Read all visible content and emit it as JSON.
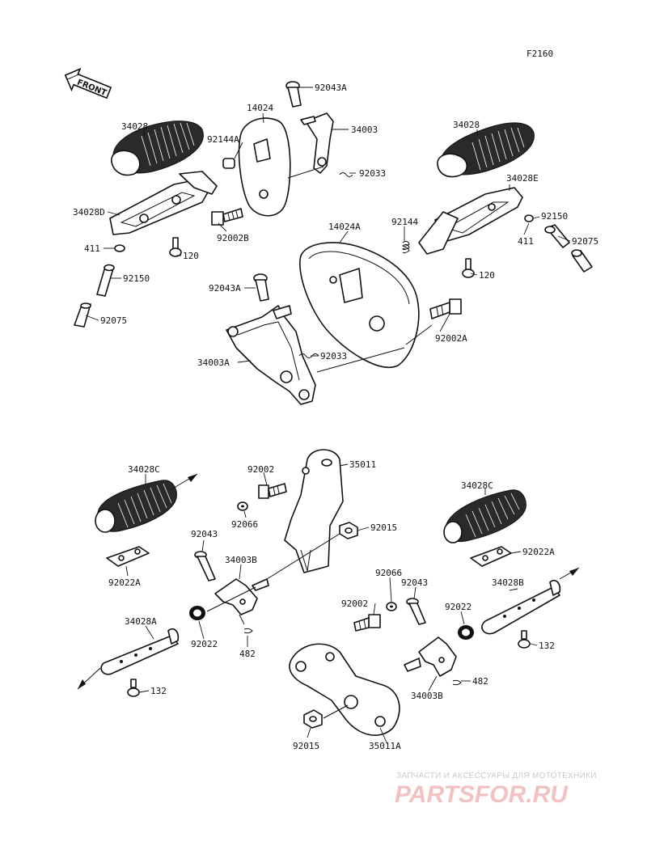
{
  "figure_code": "F2160",
  "front_label": "FRONT",
  "labels": {
    "p34028_ul": "34028",
    "p92144A": "92144A",
    "p14024": "14024",
    "p92043A_top": "92043A",
    "p34003": "34003",
    "p92033_top": "92033",
    "p34028D": "34028D",
    "p92002B": "92002B",
    "p411_left": "411",
    "p120_left": "120",
    "p92150_left": "92150",
    "p92075_left": "92075",
    "p34028_ur": "34028",
    "p34028E": "34028E",
    "p92144": "92144",
    "p14024A": "14024A",
    "p92150_right": "92150",
    "p411_right": "411",
    "p92075_right": "92075",
    "p120_right": "120",
    "p92043A_mid": "92043A",
    "p92002A": "92002A",
    "p92033_mid": "92033",
    "p34003A": "34003A",
    "p35011": "35011",
    "p34028C_left": "34028C",
    "p92002_top": "92002",
    "p92066_left": "92066",
    "p92015_top": "92015",
    "p34028C_right": "34028C",
    "p92022A_right": "92022A",
    "p92043_left": "92043",
    "p34003B_left": "34003B",
    "p92022A_left": "92022A",
    "p92066_right": "92066",
    "p92043_right": "92043",
    "p92002_bottom": "92002",
    "p34028B": "34028B",
    "p92022_right": "92022",
    "p34028A": "34028A",
    "p92022_left": "92022",
    "p482_left": "482",
    "p132_right": "132",
    "p482_right": "482",
    "p132_left": "132",
    "p34003B_right": "34003B",
    "p92015_bottom": "92015",
    "p35011A": "35011A"
  },
  "watermark": {
    "caption": "ЗАПЧАСТИ И АКСЕССУАРЫ ДЛЯ МОТОТЕХНИКИ",
    "logo": "PARTSFOR.RU"
  }
}
